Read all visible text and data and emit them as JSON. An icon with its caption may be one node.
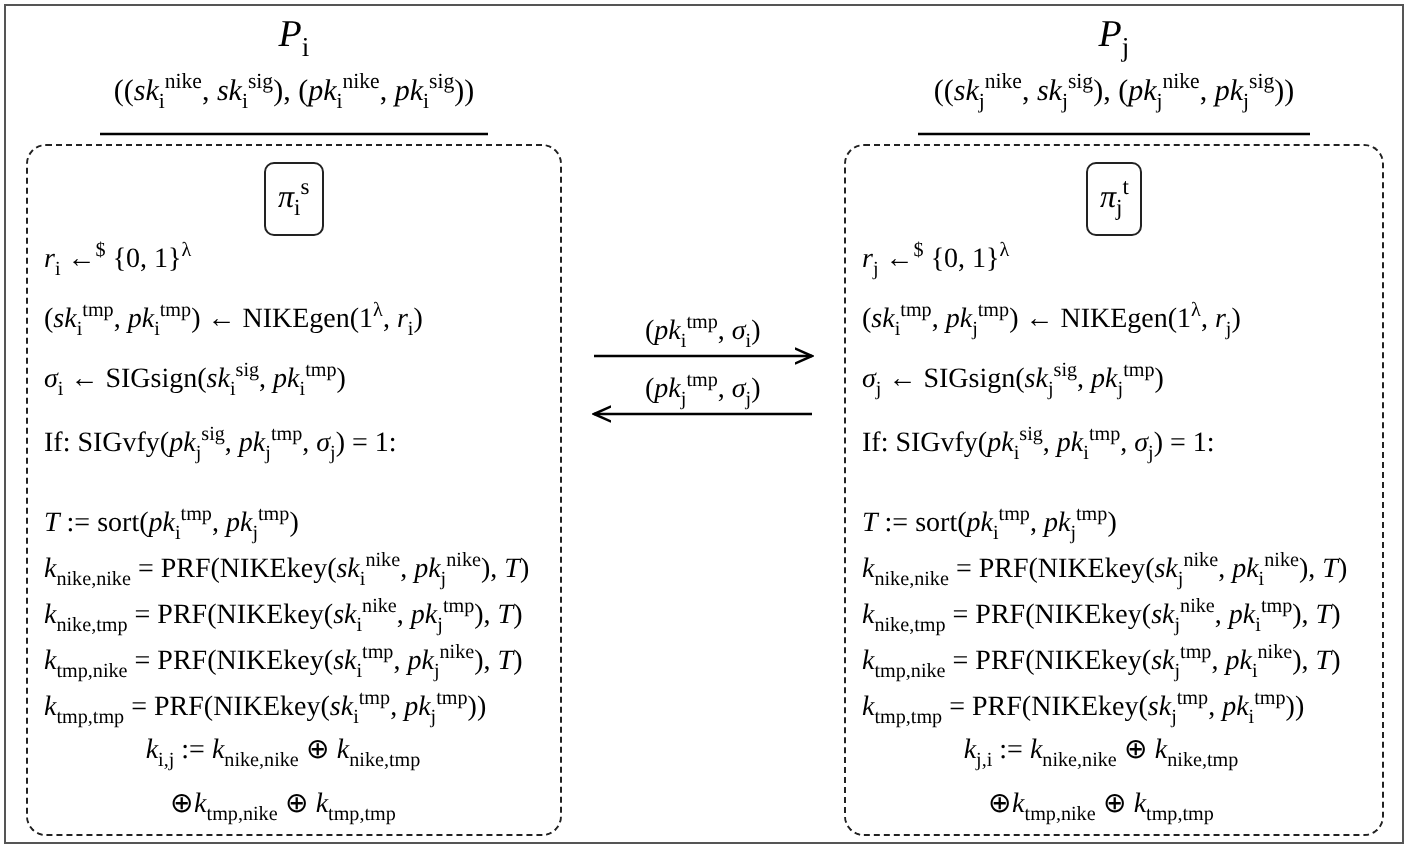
{
  "diagram": {
    "nodes": [
      {
        "text": [
          "*P*$_{i}$",
          "((*sk*$_{i}$$^{nike}$, *sk*$_{i}$$^{sig}$), (*pk*$_{i}$$^{nike}$, *pk*$_{i}$$^{sig}$))",
          "*r*$_{i}$ ←$^{$}$ {0, 1}$^{λ}$",
          "(*sk*$_{i}$$^{tmp}$, *pk*$_{i}$$^{tmp}$) ← NIKEgen(1$^{λ}$, *r*$_{i}$)",
          "*σ*$_{i}$ ← SIGsign(*sk*$_{i}$$^{sig}$, *pk*$_{i}$$^{tmp}$)",
          "If:  SIGvfy(*pk*$_{j}$$^{sig}$, *pk*$_{j}$$^{tmp}$, *σ*$_{j}$) = 1:",
          "*T* := sort(*pk*$_{i}$$^{tmp}$, *pk*$_{j}$$^{tmp}$)",
          "*k*$_{nike,nike}$ = PRF(NIKEkey(*sk*$_{i}$$^{nike}$, *pk*$_{j}$$^{nike}$), *T*)",
          "*k*$_{nike,tmp}$ = PRF(NIKEkey(*sk*$_{i}$$^{nike}$, *pk*$_{j}$$^{tmp}$), *T*)",
          "*k*$_{tmp,nike}$ = PRF(NIKEkey(*sk*$_{i}$$^{tmp}$, *pk*$_{j}$$^{nike}$), *T*)",
          "*k*$_{tmp,tmp}$ = PRF(NIKEkey(*sk*$_{i}$$^{tmp}$, *pk*$_{j}$$^{tmp}$))",
          "*k*$_{i,j}$ := *k*$_{nike,nike}$ ⊕ *k*$_{nike,tmp}$ ⊕*k*$_{tmp,nike}$ ⊕ *k*$_{tmp,tmp}$"
        ]
      },
      {
        "text": [
          "*π*$_{i}$$^{s}$"
        ],
        "in": 0
      },
      {
        "text": [
          "*P*$_{j}$",
          "((*sk*$_{j}$$^{nike}$, *sk*$_{j}$$^{sig}$), (*pk*$_{j}$$^{nike}$, *pk*$_{j}$$^{sig}$))",
          "*r*$_{j}$ ←$^{$}$ {0, 1}$^{λ}$",
          "(*sk*$_{i}$$^{tmp}$, *pk*$_{j}$$^{tmp}$) ← NIKEgen(1$^{λ}$, *r*$_{j}$)",
          "*σ*$_{j}$ ← SIGsign(*sk*$_{j}$$^{sig}$, *pk*$_{j}$$^{tmp}$)",
          "If:  SIGvfy(*pk*$_{i}$$^{sig}$, *pk*$_{i}$$^{tmp}$, *σ*$_{j}$) = 1:",
          "*T* := sort(*pk*$_{i}$$^{tmp}$, *pk*$_{j}$$^{tmp}$)",
          "*k*$_{nike,nike}$ = PRF(NIKEkey(*sk*$_{j}$$^{nike}$, *pk*$_{i}$$^{nike}$), *T*)",
          "*k*$_{nike,tmp}$ = PRF(NIKEkey(*sk*$_{j}$$^{nike}$, *pk*$_{i}$$^{tmp}$), *T*)",
          "*k*$_{tmp,nike}$ = PRF(NIKEkey(*sk*$_{j}$$^{tmp}$, *pk*$_{i}$$^{nike}$), *T*)",
          "*k*$_{tmp,tmp}$ = PRF(NIKEkey(*sk*$_{j}$$^{tmp}$, *pk*$_{i}$$^{tmp}$))",
          "*k*$_{j,i}$ := *k*$_{nike,nike}$ ⊕ *k*$_{nike,tmp}$ ⊕*k*$_{tmp,nike}$ ⊕ *k*$_{tmp,tmp}$"
        ]
      },
      {
        "text": [
          "*π*$_{j}$$^{t}$"
        ],
        "in": 2
      }
    ],
    "edges": [
      {
        "from": 0,
        "to": 2,
        "arrow": "to",
        "label": "(*pk*$_{i}$$^{tmp}$, *σ*$_{i}$)"
      },
      {
        "from": 2,
        "to": 0,
        "arrow": "to",
        "label": "(*pk*$_{j}$$^{tmp}$, *σ*$_{j}$)"
      }
    ]
  }
}
